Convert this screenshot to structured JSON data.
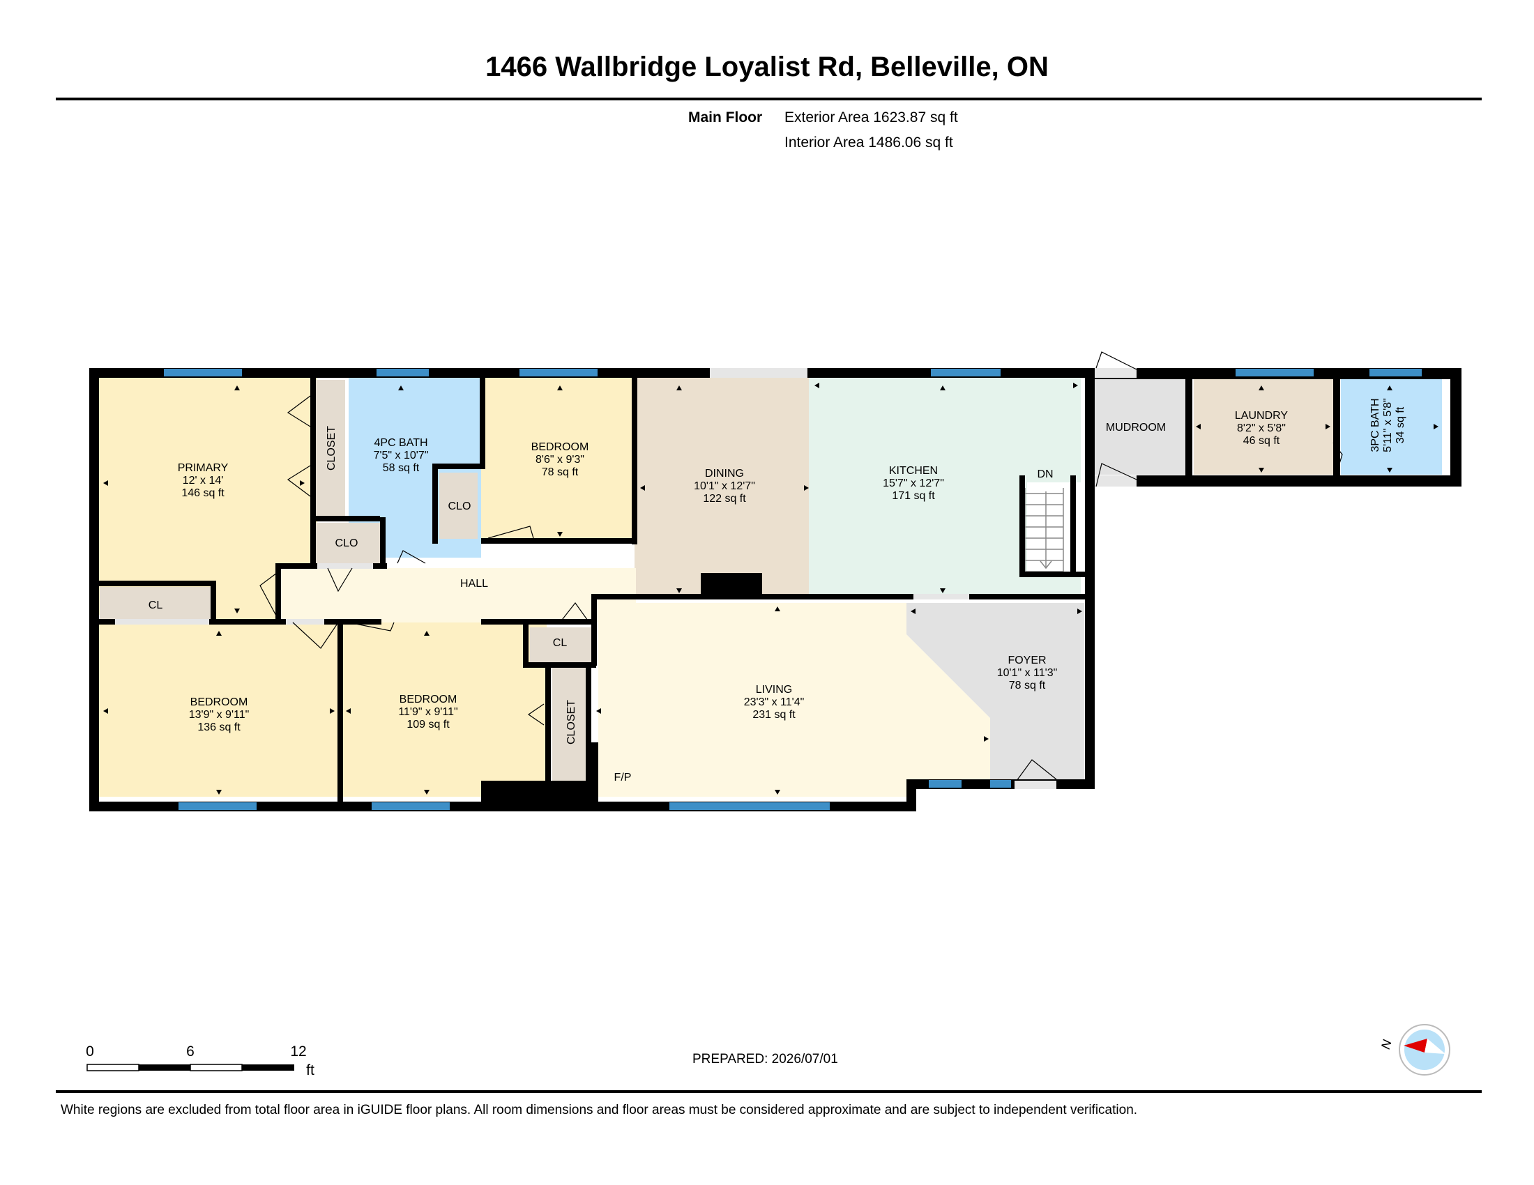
{
  "header": {
    "title": "1466 Wallbridge Loyalist Rd, Belleville, ON",
    "floor_label": "Main Floor",
    "exterior_area": "Exterior Area 1623.87 sq ft",
    "interior_area": "Interior Area 1486.06 sq ft"
  },
  "rooms": {
    "primary": {
      "name": "PRIMARY",
      "dims": "12' x 14'",
      "area": "146 sq ft"
    },
    "bath4": {
      "name": "4PC BATH",
      "dims": "7'5\" x 10'7\"",
      "area": "58 sq ft"
    },
    "bedroom_top": {
      "name": "BEDROOM",
      "dims": "8'6\" x 9'3\"",
      "area": "78 sq ft"
    },
    "dining": {
      "name": "DINING",
      "dims": "10'1\" x 12'7\"",
      "area": "122 sq ft"
    },
    "kitchen": {
      "name": "KITCHEN",
      "dims": "15'7\" x 12'7\"",
      "area": "171 sq ft"
    },
    "mudroom": {
      "name": "MUDROOM"
    },
    "laundry": {
      "name": "LAUNDRY",
      "dims": "8'2\" x 5'8\"",
      "area": "46 sq ft"
    },
    "bath3": {
      "name": "3PC BATH",
      "dims": "5'11\" x 5'8\"",
      "area": "34 sq ft"
    },
    "bedroom_sw": {
      "name": "BEDROOM",
      "dims": "13'9\" x 9'11\"",
      "area": "136 sq ft"
    },
    "bedroom_s": {
      "name": "BEDROOM",
      "dims": "11'9\" x 9'11\"",
      "area": "109 sq ft"
    },
    "living": {
      "name": "LIVING",
      "dims": "23'3\" x 11'4\"",
      "area": "231 sq ft"
    },
    "foyer": {
      "name": "FOYER",
      "dims": "10'1\" x 11'3\"",
      "area": "78 sq ft"
    },
    "hall": {
      "name": "HALL"
    }
  },
  "labels": {
    "closet": "CLOSET",
    "clo": "CLO",
    "cl": "CL",
    "dn": "DN",
    "fp": "F/P"
  },
  "scale_bar": {
    "tick0": "0",
    "tick1": "6",
    "tick2": "12",
    "unit": "ft"
  },
  "compass": {
    "north_label": "N"
  },
  "prepared": "PREPARED: 2026/07/01",
  "footer": "White regions are excluded from total floor area in iGUIDE floor plans. All room dimensions and floor areas must be considered approximate and are subject to independent verification.",
  "colors": {
    "bedroom": "#fdf0c4",
    "bath": "#bde3fb",
    "dining": "#ebe0cf",
    "kitchen": "#e5f3ec",
    "hall": "#fef8e2",
    "closet": "#e4dcd0",
    "mudroom": "#e2e2e2",
    "wall": "#000000",
    "window": "#3d8fc7"
  }
}
